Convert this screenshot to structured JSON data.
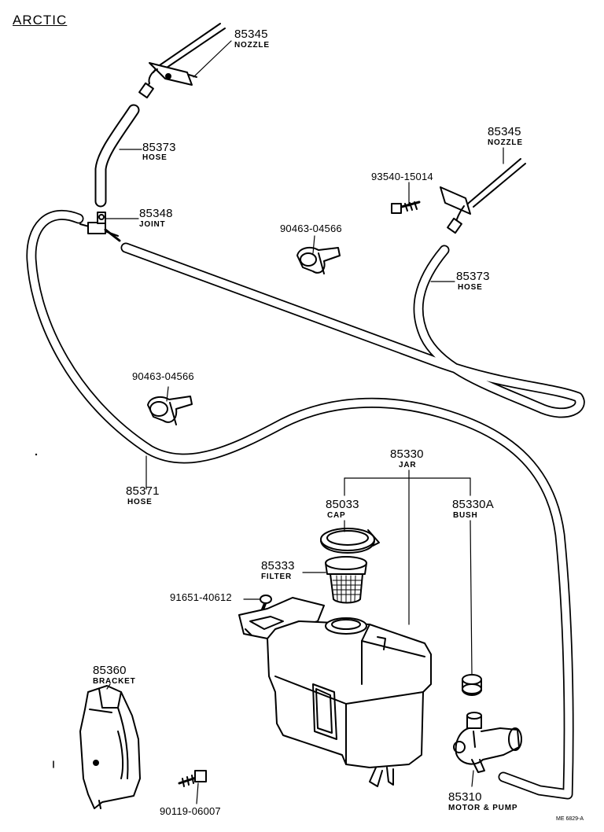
{
  "diagram": {
    "title": "ARCTIC",
    "drawing_code": "ME 6829-A",
    "parts": [
      {
        "number": "85345",
        "name": "NOZZLE"
      },
      {
        "number": "85373",
        "name": "HOSE"
      },
      {
        "number": "85348",
        "name": "JOINT"
      },
      {
        "number": "90463-04566",
        "name": ""
      },
      {
        "number": "93540-15014",
        "name": ""
      },
      {
        "number": "85345",
        "name": "NOZZLE"
      },
      {
        "number": "85373",
        "name": "HOSE"
      },
      {
        "number": "90463-04566",
        "name": ""
      },
      {
        "number": "85371",
        "name": "HOSE"
      },
      {
        "number": "85330",
        "name": "JAR"
      },
      {
        "number": "85033",
        "name": "CAP"
      },
      {
        "number": "85330A",
        "name": "BUSH"
      },
      {
        "number": "85333",
        "name": "FILTER"
      },
      {
        "number": "91651-40612",
        "name": ""
      },
      {
        "number": "85360",
        "name": "BRACKET"
      },
      {
        "number": "90119-06007",
        "name": ""
      },
      {
        "number": "85310",
        "name": "MOTOR & PUMP"
      }
    ]
  }
}
